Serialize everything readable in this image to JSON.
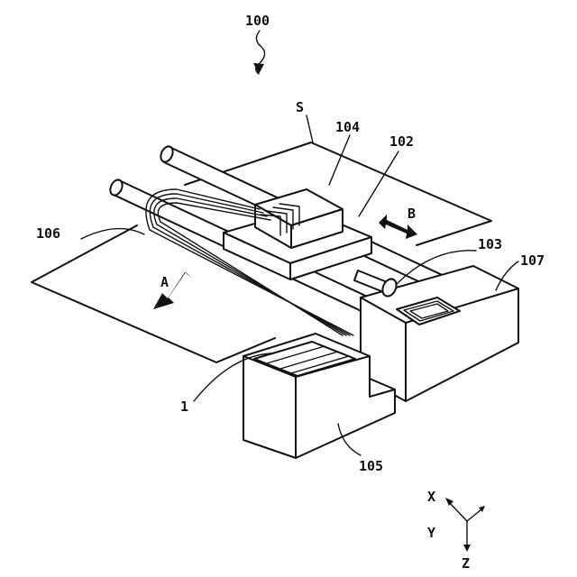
{
  "labels": {
    "l100": "100",
    "lS": "S",
    "l104": "104",
    "l102": "102",
    "lB": "B",
    "l106": "106",
    "l103": "103",
    "l107": "107",
    "lA": "A",
    "l1": "1",
    "l105": "105"
  },
  "axes": {
    "x": "X",
    "y": "Y",
    "z": "Z"
  }
}
